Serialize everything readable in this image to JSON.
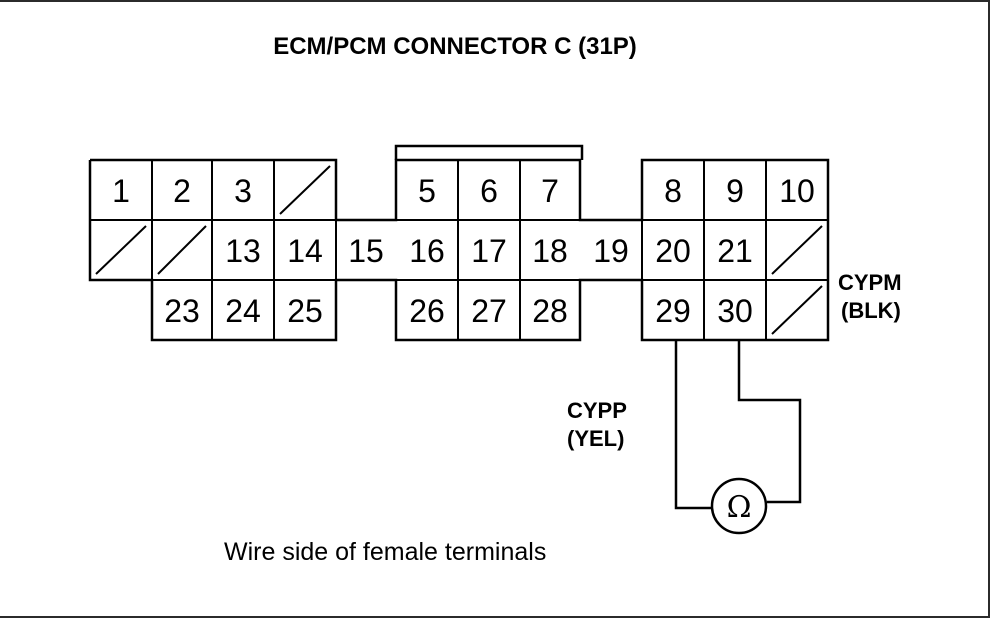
{
  "title": "ECM/PCM CONNECTOR C (31P)",
  "caption": "Wire side of female terminals",
  "meter_symbol": "Ω",
  "pins": {
    "p1": "1",
    "p2": "2",
    "p3": "3",
    "p5": "5",
    "p6": "6",
    "p7": "7",
    "p8": "8",
    "p9": "9",
    "p10": "10",
    "p13": "13",
    "p14": "14",
    "p15": "15",
    "p16": "16",
    "p17": "17",
    "p18": "18",
    "p19": "19",
    "p20": "20",
    "p21": "21",
    "p23": "23",
    "p24": "24",
    "p25": "25",
    "p26": "26",
    "p27": "27",
    "p28": "28",
    "p29": "29",
    "p30": "30"
  },
  "labels": {
    "cypm_name": "CYPM",
    "cypm_color": "(BLK)",
    "cypp_name": "CYPP",
    "cypp_color": "(YEL)"
  }
}
